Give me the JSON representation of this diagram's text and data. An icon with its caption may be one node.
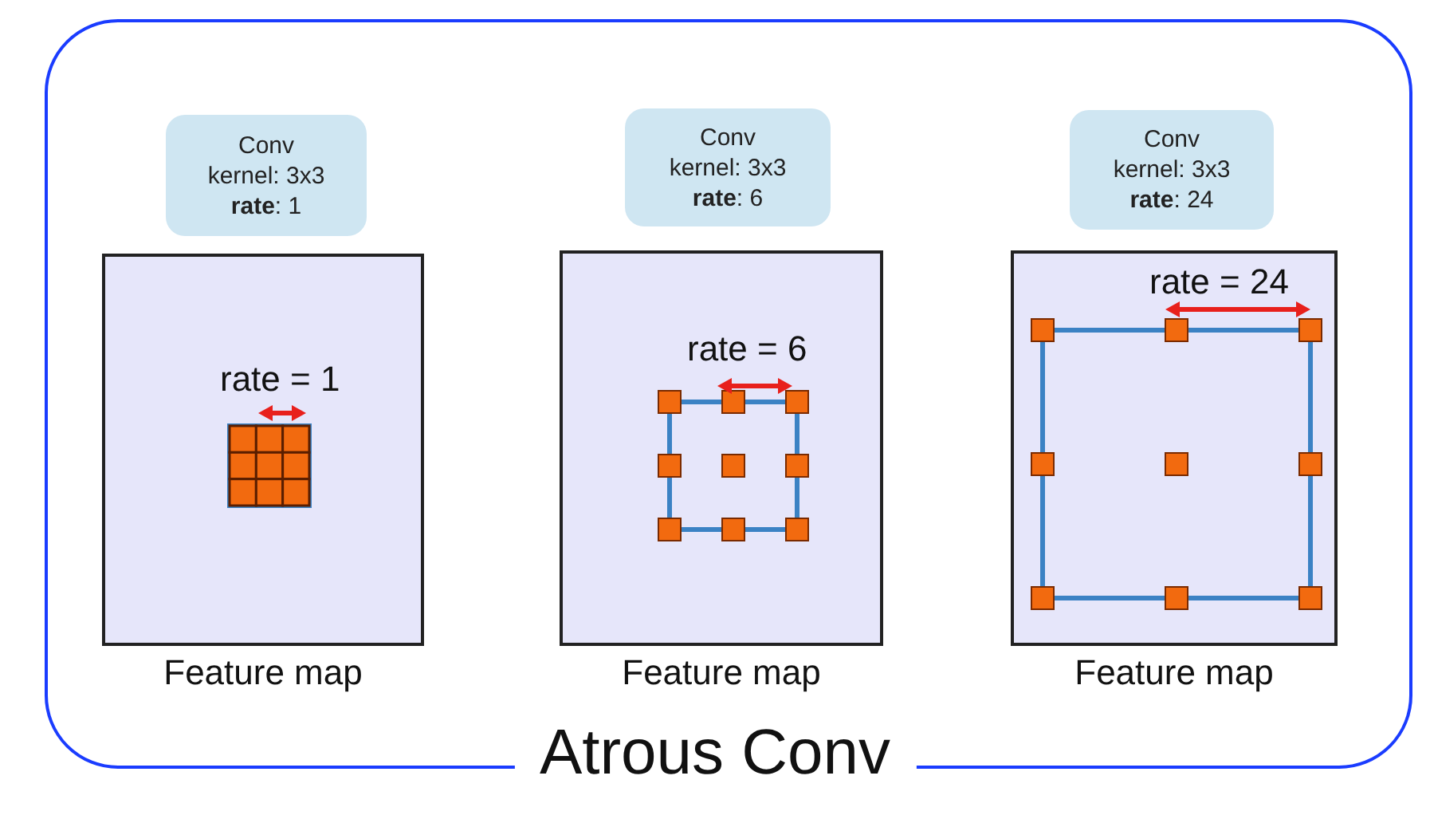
{
  "diagram": {
    "nodes": [
      {
        "text": [
          "Atrous Conv"
        ]
      },
      {
        "text": [
          "Conv",
          "kernel: 3x3",
          "**rate**: 1"
        ],
        "in": 0
      },
      {
        "text": [
          "Conv",
          "kernel: 3x3",
          "**rate**: 6"
        ],
        "in": 0
      },
      {
        "text": [
          "Conv",
          "kernel: 3x3",
          "**rate**: 24"
        ],
        "in": 0
      },
      {
        "text": [
          "rate = 1"
        ],
        "beside": [
          "Feature map"
        ],
        "in": 0
      },
      {
        "text": [
          "rate = 6"
        ],
        "beside": [
          "Feature map"
        ],
        "in": 0
      },
      {
        "text": [
          "rate = 24"
        ],
        "beside": [
          "Feature map"
        ],
        "in": 0
      }
    ]
  }
}
